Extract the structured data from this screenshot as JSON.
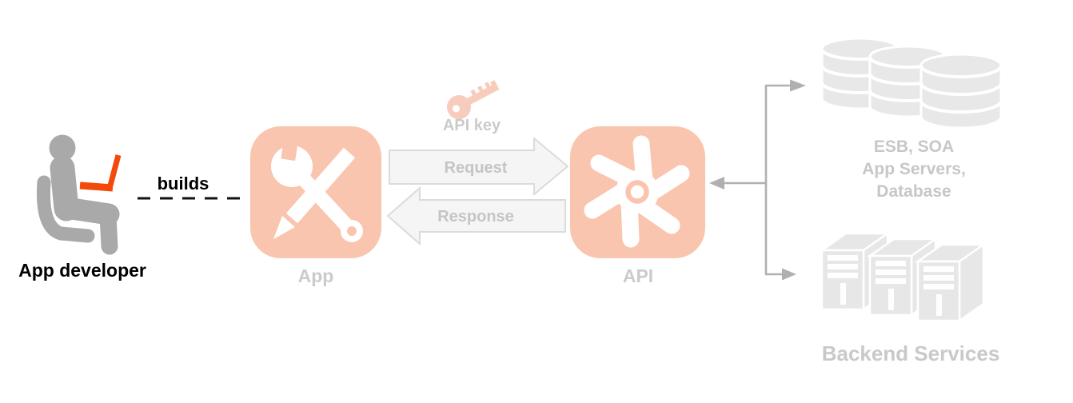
{
  "nodes": {
    "developer": {
      "label": "App developer",
      "icon": "seated-developer-laptop-icon"
    },
    "builds_edge": {
      "label": "builds"
    },
    "app": {
      "label": "App",
      "icon": "wrench-pencil-icon"
    },
    "api_key": {
      "label": "API key",
      "icon": "key-icon"
    },
    "request_arrow": {
      "label": "Request"
    },
    "response_arrow": {
      "label": "Response"
    },
    "api": {
      "label": "API",
      "icon": "gear-icon"
    },
    "datastores": {
      "lines": [
        "ESB, SOA",
        "App Servers,",
        "Database"
      ],
      "icon": "database-cylinders-icon"
    },
    "backend_services": {
      "label": "Backend Services",
      "icon": "server-towers-icon"
    }
  },
  "colors": {
    "accent_salmon": "#F9C5AF",
    "key_salmon": "#F8CCBC",
    "laptop_orange": "#F4490D",
    "person_gray": "#A9A9A9",
    "faded_label_gray": "#CBCBCB",
    "arrow_label_gray": "#C5C5C5",
    "connector_gray": "#B0B0B0",
    "arrow_fill": "#F5F5F5",
    "arrow_border": "#DBDBDB",
    "backend_graphic_gray": "#E8E8E8",
    "text_black": "#000000"
  }
}
